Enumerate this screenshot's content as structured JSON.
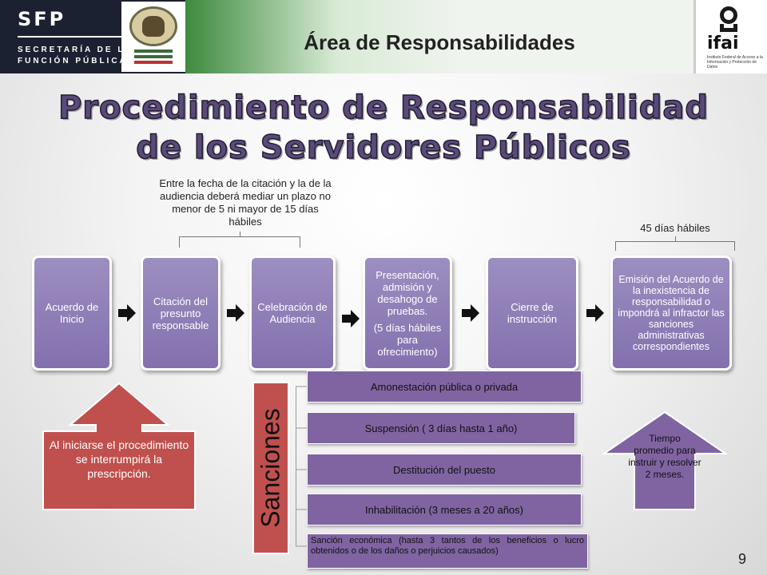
{
  "header": {
    "org_abbr": "SFP",
    "org_name_line1": "SECRETARÍA DE LA",
    "org_name_line2": "FUNCIÓN PÚBLICA",
    "area_title": "Área de Responsabilidades",
    "ifai_logo_text": "ifai",
    "ifai_subtext": "Instituto Federal de Acceso a la Información y Protección de Datos"
  },
  "title": {
    "line1": "Procedimiento de Responsabilidad",
    "line2": "de los Servidores Públicos"
  },
  "notes": {
    "citation_interval": "Entre la fecha de la citación y la de la audiencia deberá mediar un plazo no menor de 5 ni mayor de 15 días hábiles",
    "business_days": "45 días hábiles"
  },
  "process_steps": [
    {
      "label": "Acuerdo de Inicio"
    },
    {
      "label": "Citación del presunto responsable"
    },
    {
      "label": "Celebración de Audiencia"
    },
    {
      "label": "Presentación, admisión y desahogo de pruebas.",
      "sub": "(5 días hábiles para ofrecimiento)"
    },
    {
      "label": "Cierre de instrucción"
    },
    {
      "label": "Emisión del Acuerdo de la inexistencia de responsabilidad o impondrá al infractor las sanciones administrativas correspondientes"
    }
  ],
  "sanctions": {
    "heading": "Sanciones",
    "items": [
      "Amonestación pública o privada",
      "Suspensión ( 3 días hasta 1 año)",
      "Destitución del puesto",
      "Inhabilitación (3 meses a 20 años)",
      "Sanción económica (hasta 3 tantos de los beneficios o lucro obtenidos o de los daños o perjuicios causados)"
    ]
  },
  "callouts": {
    "prescription": "Al iniciarse el procedimiento se interrumpirá la prescripción.",
    "average_time": "Tiempo promedio para instruir y resolver 2 meses."
  },
  "page_number": "9",
  "colors": {
    "process_box": "#8370ae",
    "sanction_bar": "#8064a2",
    "sanction_label": "#c0504d",
    "red_callout": "#c0504d",
    "purple_callout": "#8064a2"
  }
}
